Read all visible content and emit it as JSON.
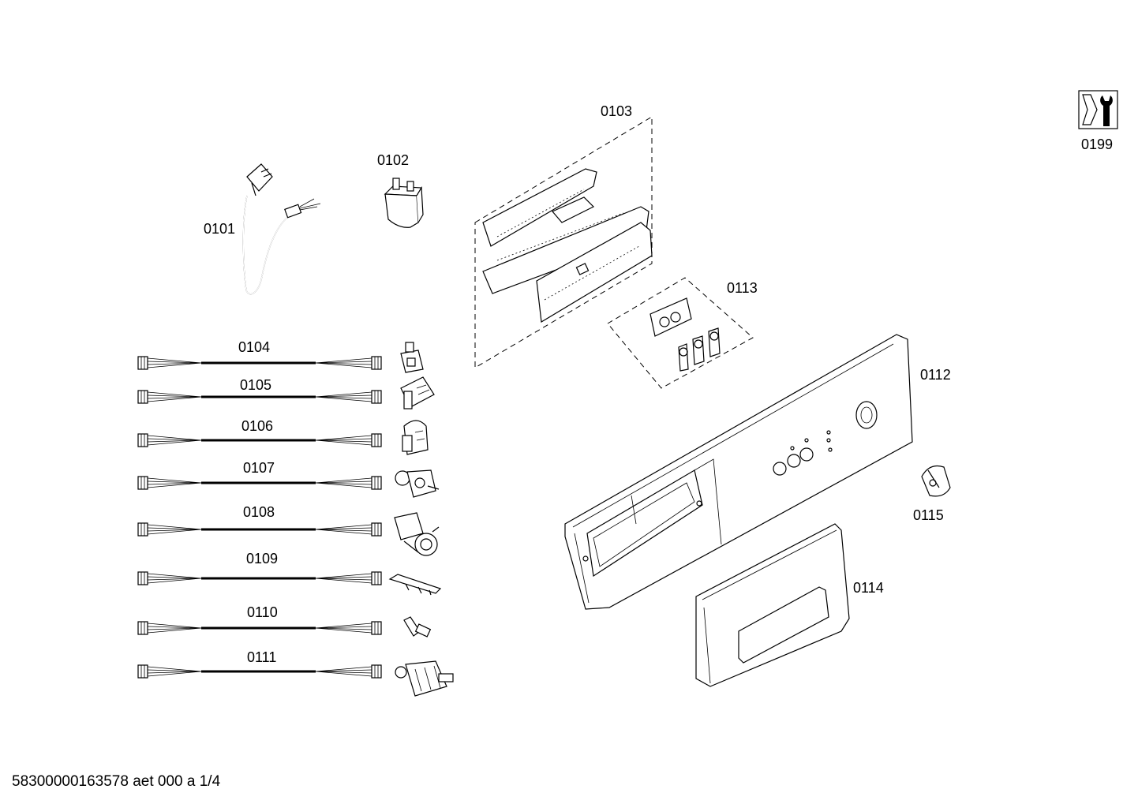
{
  "parts": {
    "p0101": "0101",
    "p0102": "0102",
    "p0103": "0103",
    "p0104": "0104",
    "p0105": "0105",
    "p0106": "0106",
    "p0107": "0107",
    "p0108": "0108",
    "p0109": "0109",
    "p0110": "0110",
    "p0111": "0111",
    "p0112": "0112",
    "p0113": "0113",
    "p0114": "0114",
    "p0115": "0115",
    "p0199": "0199"
  },
  "document_id": "58300000163578 aet 000 a 1/4",
  "icons": {
    "service_tool": "wrench-nut-icon"
  }
}
